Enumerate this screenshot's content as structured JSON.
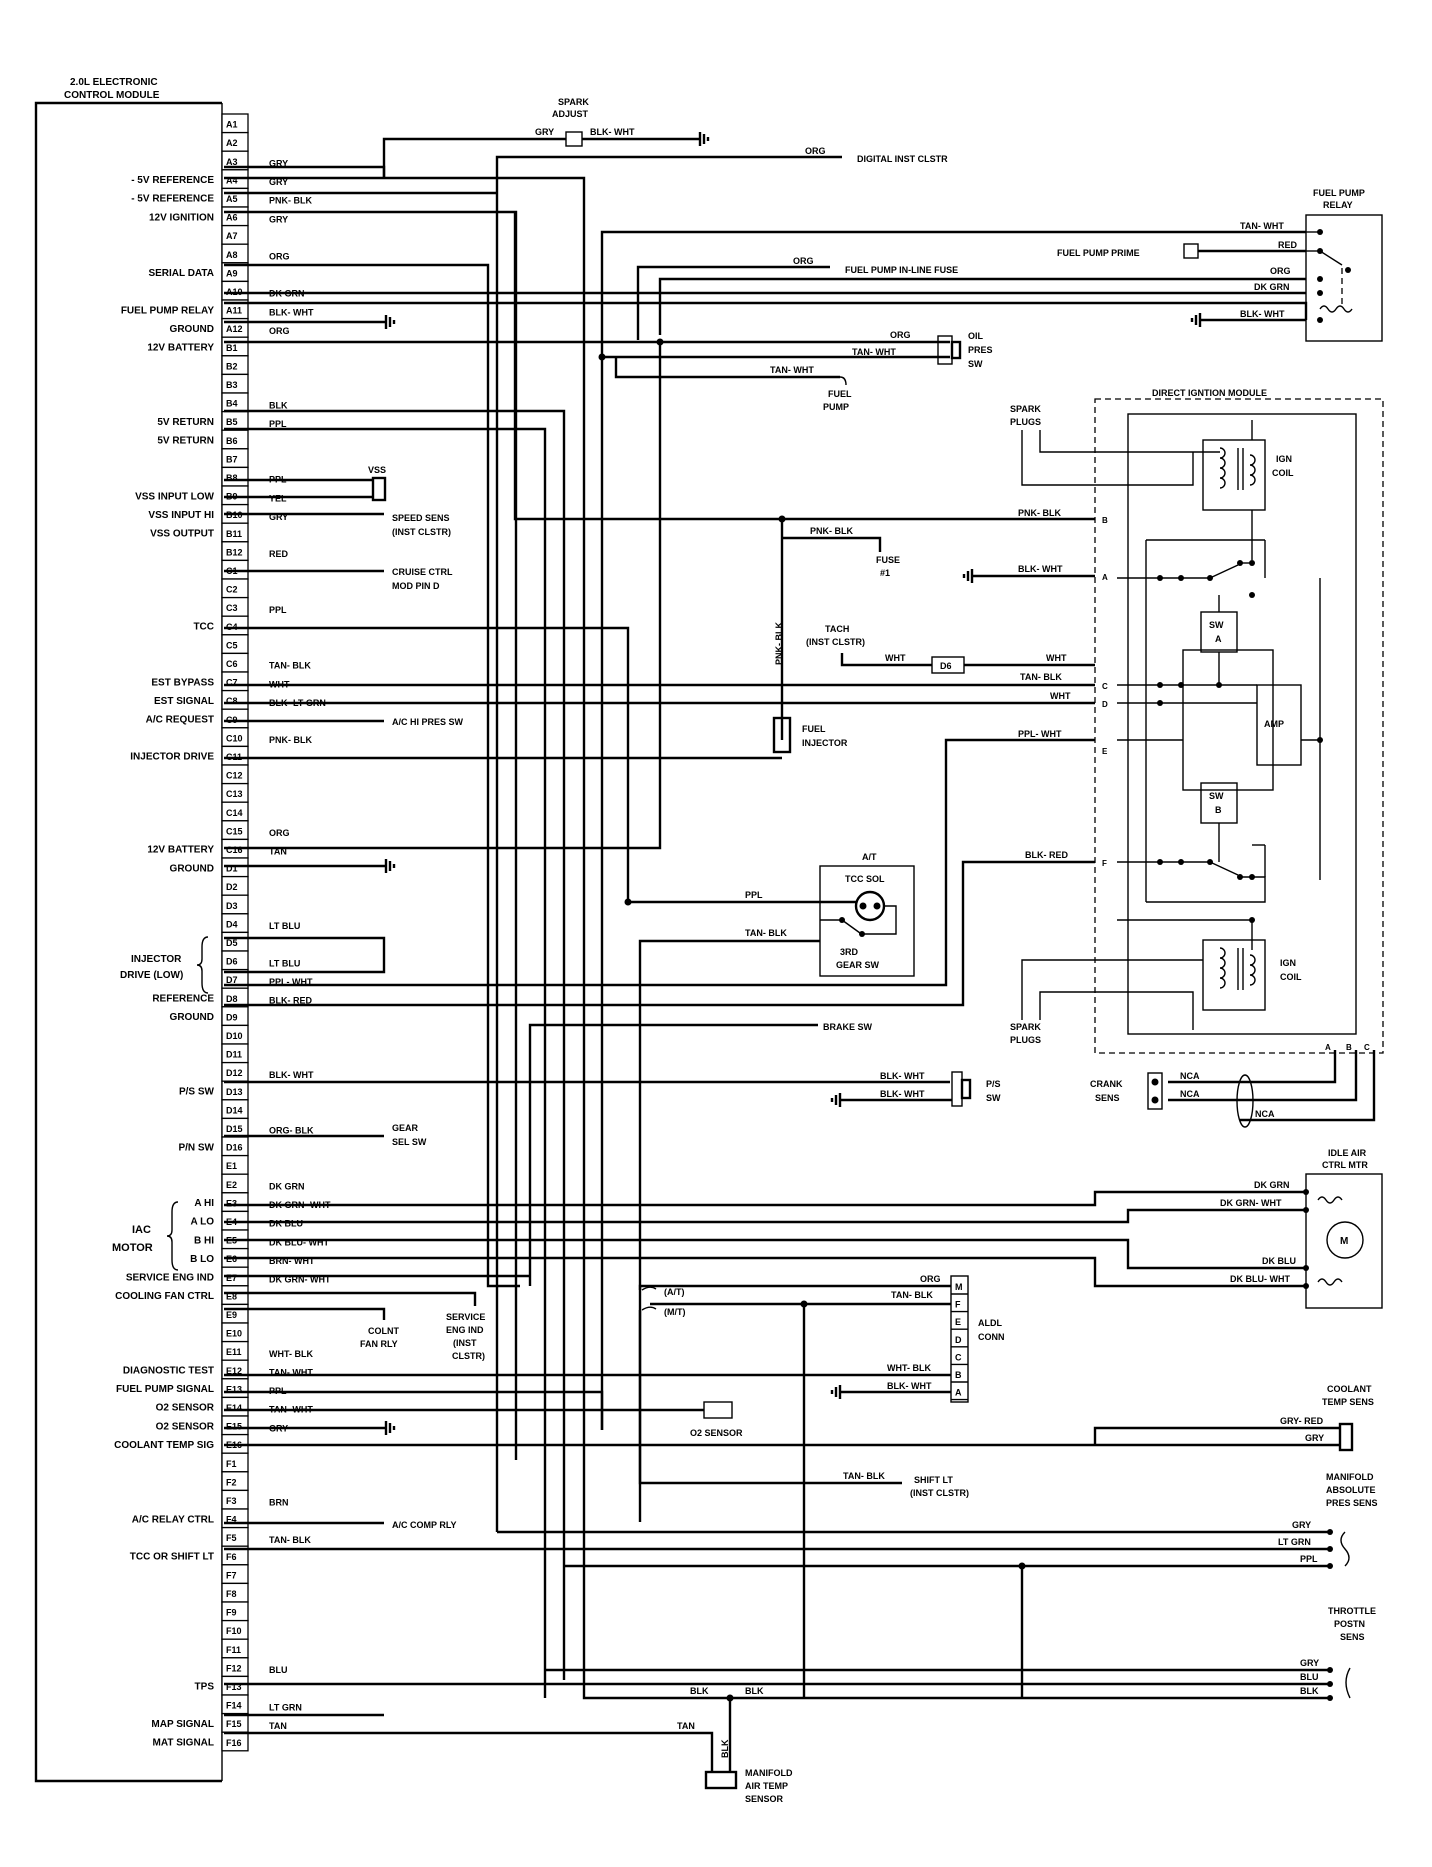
{
  "title_line1": "2.0L ELECTRONIC",
  "title_line2": "CONTROL MODULE",
  "pins": [
    "A1",
    "A2",
    "A3",
    "A4",
    "A5",
    "A6",
    "A7",
    "A8",
    "A9",
    "A10",
    "A11",
    "A12",
    "B1",
    "B2",
    "B3",
    "B4",
    "B5",
    "B6",
    "B7",
    "B8",
    "B9",
    "B10",
    "B11",
    "B12",
    "C1",
    "C2",
    "C3",
    "C4",
    "C5",
    "C6",
    "C7",
    "C8",
    "C9",
    "C10",
    "C11",
    "C12",
    "C13",
    "C14",
    "C15",
    "C16",
    "D1",
    "D2",
    "D3",
    "D4",
    "D5",
    "D6",
    "D7",
    "D8",
    "D9",
    "D10",
    "D11",
    "D12",
    "D13",
    "D14",
    "D15",
    "D16",
    "E1",
    "E2",
    "E3",
    "E4",
    "E5",
    "E6",
    "E7",
    "E8",
    "E9",
    "E10",
    "E11",
    "E12",
    "E13",
    "E14",
    "E15",
    "E16",
    "F1",
    "F2",
    "F3",
    "F4",
    "F5",
    "F6",
    "F7",
    "F8",
    "F9",
    "F10",
    "F11",
    "F12",
    "F13",
    "F14",
    "F15",
    "F16"
  ],
  "left_labels": [
    {
      "pin": "A4",
      "text": "- 5V REFERENCE"
    },
    {
      "pin": "A5",
      "text": "- 5V REFERENCE"
    },
    {
      "pin": "A6",
      "text": "12V IGNITION"
    },
    {
      "pin": "A9",
      "text": "SERIAL DATA"
    },
    {
      "pin": "A11",
      "text": "FUEL PUMP RELAY"
    },
    {
      "pin": "A12",
      "text": "GROUND"
    },
    {
      "pin": "B1",
      "text": "12V BATTERY"
    },
    {
      "pin": "B5",
      "text": "5V RETURN"
    },
    {
      "pin": "B6",
      "text": "5V RETURN"
    },
    {
      "pin": "B9",
      "text": "VSS INPUT LOW"
    },
    {
      "pin": "B10",
      "text": "VSS INPUT HI"
    },
    {
      "pin": "B11",
      "text": "VSS OUTPUT"
    },
    {
      "pin": "C4",
      "text": "TCC"
    },
    {
      "pin": "C7",
      "text": "EST BYPASS"
    },
    {
      "pin": "C8",
      "text": "EST SIGNAL"
    },
    {
      "pin": "C9",
      "text": "A/C REQUEST"
    },
    {
      "pin": "C11",
      "text": "INJECTOR DRIVE"
    },
    {
      "pin": "C16",
      "text": "12V BATTERY"
    },
    {
      "pin": "D1",
      "text": "GROUND"
    },
    {
      "pin": "D8",
      "text": "REFERENCE"
    },
    {
      "pin": "D9",
      "text": "GROUND"
    },
    {
      "pin": "D13",
      "text": "P/S SW"
    },
    {
      "pin": "D16",
      "text": "P/N SW"
    },
    {
      "pin": "E7",
      "text": "SERVICE ENG IND"
    },
    {
      "pin": "E8",
      "text": "COOLING FAN CTRL"
    },
    {
      "pin": "E12",
      "text": "DIAGNOSTIC TEST"
    },
    {
      "pin": "E13",
      "text": "FUEL PUMP SIGNAL"
    },
    {
      "pin": "E14",
      "text": "O2 SENSOR"
    },
    {
      "pin": "E15",
      "text": "O2 SENSOR"
    },
    {
      "pin": "E16",
      "text": "COOLANT TEMP SIG"
    },
    {
      "pin": "F4",
      "text": "A/C RELAY CTRL"
    },
    {
      "pin": "F6",
      "text": "TCC OR SHIFT LT"
    },
    {
      "pin": "F13",
      "text": "TPS"
    },
    {
      "pin": "F15",
      "text": "MAP SIGNAL"
    },
    {
      "pin": "F16",
      "text": "MAT SIGNAL"
    }
  ],
  "injector_label": [
    "INJECTOR",
    "DRIVE (LOW)"
  ],
  "iac_label": [
    "IAC",
    "MOTOR"
  ],
  "iac_sub": [
    {
      "pin": "E3",
      "text": "A HI"
    },
    {
      "pin": "E4",
      "text": "A LO"
    },
    {
      "pin": "E5",
      "text": "B HI"
    },
    {
      "pin": "E6",
      "text": "B LO"
    }
  ],
  "wire_colors": [
    {
      "pin": "A3",
      "text": "GRY"
    },
    {
      "pin": "A4",
      "text": "GRY"
    },
    {
      "pin": "A5",
      "text": "PNK- BLK"
    },
    {
      "pin": "A6",
      "text": "GRY"
    },
    {
      "pin": "A8",
      "text": "ORG"
    },
    {
      "pin": "A10",
      "text": "DK GRN"
    },
    {
      "pin": "A11",
      "text": "BLK- WHT"
    },
    {
      "pin": "A12",
      "text": "ORG"
    },
    {
      "pin": "B4",
      "text": "BLK"
    },
    {
      "pin": "B5",
      "text": "PPL"
    },
    {
      "pin": "B8",
      "text": "PPL"
    },
    {
      "pin": "B9",
      "text": "YEL"
    },
    {
      "pin": "B10",
      "text": "GRY"
    },
    {
      "pin": "B12",
      "text": "RED"
    },
    {
      "pin": "C3",
      "text": "PPL"
    },
    {
      "pin": "C6",
      "text": "TAN- BLK"
    },
    {
      "pin": "C7",
      "text": "WHT"
    },
    {
      "pin": "C8",
      "text": "BLK- LT GRN"
    },
    {
      "pin": "C10",
      "text": "PNK- BLK"
    },
    {
      "pin": "C15",
      "text": "ORG"
    },
    {
      "pin": "C16",
      "text": "TAN"
    },
    {
      "pin": "D4",
      "text": "LT BLU"
    },
    {
      "pin": "D6",
      "text": "LT BLU"
    },
    {
      "pin": "D7",
      "text": "PPL- WHT"
    },
    {
      "pin": "D8",
      "text": "BLK- RED"
    },
    {
      "pin": "D12",
      "text": "BLK- WHT"
    },
    {
      "pin": "D15",
      "text": "ORG- BLK"
    },
    {
      "pin": "E2",
      "text": "DK GRN"
    },
    {
      "pin": "E3",
      "text": "DK GRN- WHT"
    },
    {
      "pin": "E4",
      "text": "DK BLU"
    },
    {
      "pin": "E5",
      "text": "DK BLU- WHT"
    },
    {
      "pin": "E6",
      "text": "BRN- WHT"
    },
    {
      "pin": "E7",
      "text": "DK GRN- WHT"
    },
    {
      "pin": "E11",
      "text": "WHT- BLK"
    },
    {
      "pin": "E12",
      "text": "TAN- WHT"
    },
    {
      "pin": "E13",
      "text": "PPL"
    },
    {
      "pin": "E14",
      "text": "TAN- WHT"
    },
    {
      "pin": "E15",
      "text": "GRY"
    },
    {
      "pin": "F3",
      "text": "BRN"
    },
    {
      "pin": "F5",
      "text": "TAN- BLK"
    },
    {
      "pin": "F12",
      "text": "BLU"
    },
    {
      "pin": "F14",
      "text": "LT GRN"
    },
    {
      "pin": "F15",
      "text": "TAN"
    }
  ],
  "spark_adjust": {
    "label1": "SPARK",
    "label2": "ADJUST",
    "w1": "GRY",
    "w2": "BLK- WHT"
  },
  "refs": {
    "digital_inst": "DIGITAL INST CLSTR",
    "org_top": "ORG",
    "fuel_pump_inline": "FUEL PUMP IN-LINE FUSE",
    "fuel_pump_prime": "FUEL PUMP PRIME",
    "speed_sens": [
      "SPEED SENS",
      "(INST CLSTR)"
    ],
    "cruise": [
      "CRUISE CTRL",
      "MOD PIN D"
    ],
    "ac_hi_pres": "A/C HI PRES SW",
    "gear_sel": [
      "GEAR",
      "SEL SW"
    ],
    "brake_sw": "BRAKE SW",
    "colnt_fan": [
      "COLNT",
      "FAN RLY"
    ],
    "service_eng": [
      "SERVICE",
      "ENG IND",
      "(INST",
      "CLSTR)"
    ],
    "shift_lt": [
      "SHIFT LT",
      "(INST CLSTR)"
    ],
    "ac_comp": "A/C COMP RLY",
    "fuel_pump": [
      "FUEL",
      "PUMP"
    ],
    "fuse": [
      "FUSE",
      "#1"
    ],
    "tach": [
      "TACH",
      "(INST CLSTR)"
    ],
    "fuel_injector": [
      "FUEL",
      "INJECTOR"
    ],
    "o2_sensor": "O2 SENSOR",
    "aldl": [
      "ALDL",
      "CONN"
    ],
    "mat_sensor": [
      "MANIFOLD",
      "AIR TEMP",
      "SENSOR"
    ],
    "oil_pres": [
      "OIL",
      "PRES",
      "SW"
    ],
    "ps_sw": [
      "P/S",
      "SW"
    ],
    "crank_sens": [
      "CRANK",
      "SENS"
    ],
    "spark_plugs": [
      "SPARK",
      "PLUGS"
    ],
    "fuel_pump_relay": [
      "FUEL PUMP",
      "RELAY"
    ],
    "dim": "DIRECT IGNTION MODULE",
    "ign_coil": [
      "IGN",
      "COIL"
    ],
    "idle_air": [
      "IDLE AIR",
      "CTRL MTR"
    ],
    "coolant_temp": [
      "COOLANT",
      "TEMP SENS"
    ],
    "map_sens": [
      "MANIFOLD",
      "ABSOLUTE",
      "PRES SENS"
    ],
    "tps_sens": [
      "THROTTLE",
      "POSTN",
      "SENS"
    ],
    "at": "A/T",
    "tcc_sol": "TCC SOL",
    "gear3": [
      "3RD",
      "GEAR SW"
    ],
    "amp": "AMP",
    "swa": [
      "SW",
      "A"
    ],
    "swb": [
      "SW",
      "B"
    ],
    "d6": "D6",
    "at2": "(A/T)",
    "mt": "(M/T)"
  },
  "wire_labels": {
    "org_digital": "ORG",
    "tan_wht_relay": "TAN- WHT",
    "red_relay": "RED",
    "org_relay": "ORG",
    "dkgrn_relay": "DK GRN",
    "blkwht_relay": "BLK- WHT",
    "org_oil": "ORG",
    "tanwht_oil": "TAN- WHT",
    "tanwht_fp": "TAN- WHT",
    "pnkblk_b": "PNK- BLK",
    "pnkblk_fuse": "PNK- BLK",
    "pnkblk_vert": "PNK- BLK",
    "blkwht_a": "BLK- WHT",
    "wht_tach": "WHT",
    "wht_d": "WHT",
    "tanblk_e": "TAN- BLK",
    "wht_c": "WHT",
    "pplwht_e": "PPL- WHT",
    "blkred_f": "BLK- RED",
    "ppl_tcc": "PPL",
    "tanblk_gear": "TAN- BLK",
    "blkwht_ps1": "BLK- WHT",
    "blkwht_ps2": "BLK- WHT",
    "nca1": "NCA",
    "nca2": "NCA",
    "nca3": "NCA",
    "dkgrn_iac": "DK GRN",
    "dkgrnwht_iac": "DK GRN- WHT",
    "dkblu_iac": "DK BLU",
    "dkbluwht_iac": "DK BLU- WHT",
    "org_aldl": "ORG",
    "tanblk_aldl": "TAN- BLK",
    "whtblk_aldl": "WHT- BLK",
    "blkwht_aldl": "BLK- WHT",
    "tanblk_shift": "TAN- BLK",
    "gryred_cts": "GRY- RED",
    "gry_cts": "GRY",
    "gry_map": "GRY",
    "ltgrn_map": "LT GRN",
    "ppl_map": "PPL",
    "gry_tps": "GRY",
    "blu_tps": "BLU",
    "blk_tps": "BLK",
    "blk_mat1": "BLK",
    "blk_mat2": "BLK",
    "tan_mat": "TAN",
    "blk_mat_v": "BLK"
  },
  "aldl_pins": [
    "M",
    "F",
    "E",
    "D",
    "C",
    "B",
    "A"
  ],
  "dim_pins": [
    "B",
    "A",
    "D",
    "C",
    "E",
    "F"
  ],
  "dim_bottom_pins": [
    "A",
    "B",
    "C"
  ]
}
